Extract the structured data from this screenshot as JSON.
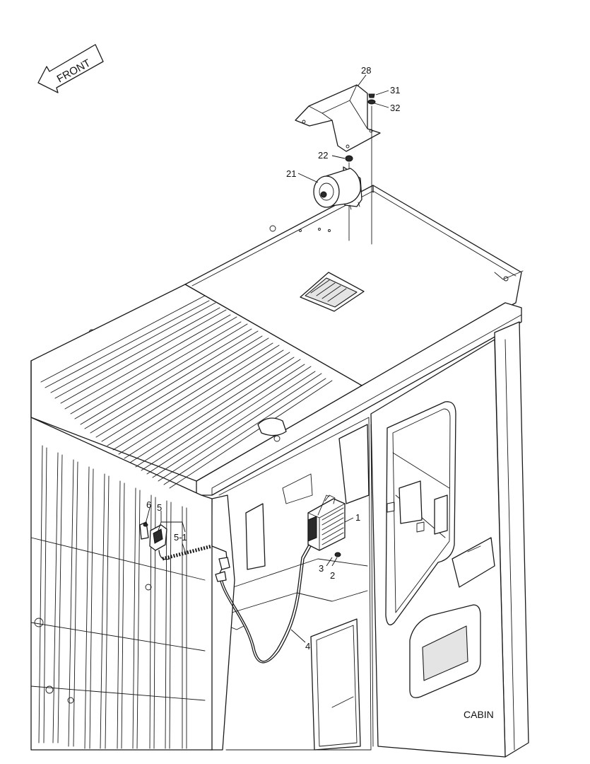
{
  "direction_label": "FRONT",
  "section_label": "CABIN",
  "callouts": {
    "c1": "1",
    "c2": "2",
    "c3": "3",
    "c4": "4",
    "c5": "5",
    "c5_1": "5-1",
    "c6": "6",
    "c21": "21",
    "c22": "22",
    "c28": "28",
    "c31": "31",
    "c32": "32"
  }
}
